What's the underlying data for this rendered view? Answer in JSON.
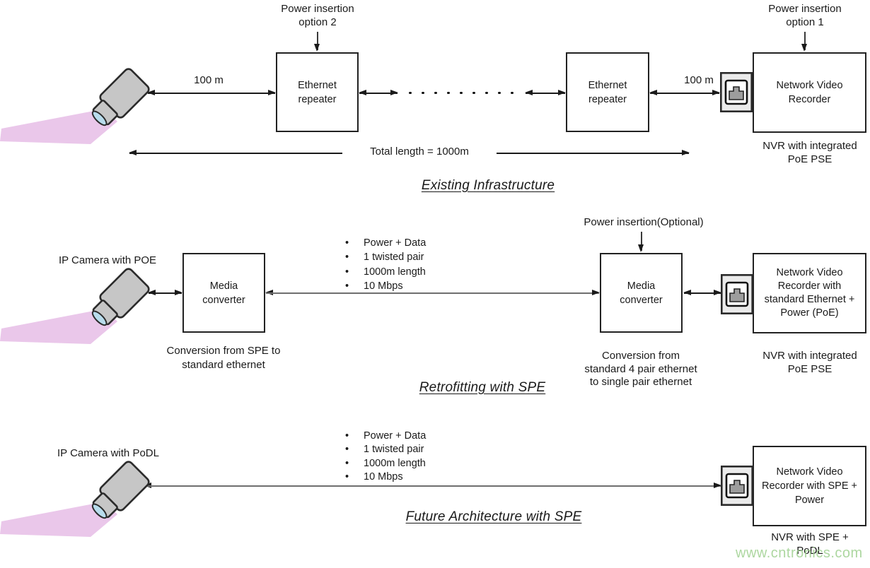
{
  "watermark": "www.cntronics.com",
  "existing": {
    "title": "Existing Infrastructure",
    "power_option_2": "Power insertion\noption 2",
    "power_option_1": "Power insertion\noption 1",
    "distance_left": "100 m",
    "distance_right": "100 m",
    "repeater_left": "Ethernet\nrepeater",
    "repeater_right": "Ethernet\nrepeater",
    "nvr": "Network Video\nRecorder",
    "nvr_caption": "NVR with integrated\nPoE PSE",
    "total_length": "Total length = 1000m"
  },
  "retrofit": {
    "title": "Retrofitting with SPE",
    "camera_label": "IP Camera with POE",
    "media_converter_left": "Media\nconverter",
    "media_converter_left_caption": "Conversion from SPE to\nstandard ethernet",
    "specs": [
      "Power + Data",
      "1 twisted pair",
      "1000m length",
      "10 Mbps"
    ],
    "power_optional": "Power insertion(Optional)",
    "media_converter_right": "Media\nconverter",
    "media_converter_right_caption": "Conversion from\nstandard 4 pair ethernet\nto single pair ethernet",
    "nvr": "Network Video\nRecorder with\nstandard Ethernet +\nPower (PoE)",
    "nvr_caption": "NVR with integrated\nPoE PSE"
  },
  "future": {
    "title": "Future Architecture with SPE",
    "camera_label": "IP Camera with PoDL",
    "specs": [
      "Power + Data",
      "1 twisted pair",
      "1000m length",
      "10 Mbps"
    ],
    "nvr": "Network Video\nRecorder with SPE +\nPower",
    "nvr_caption": "NVR with SPE +\nPoDL"
  },
  "colors": {
    "beam": "#eac7ea",
    "camera_body": "#c6c6c6",
    "lens": "#b8dcec",
    "line": "#1a1a1a",
    "gray_line": "#6e6e6e",
    "port_bg": "#ebebeb",
    "port_jack": "#9d9d9d",
    "watermark": "#a2d294"
  }
}
